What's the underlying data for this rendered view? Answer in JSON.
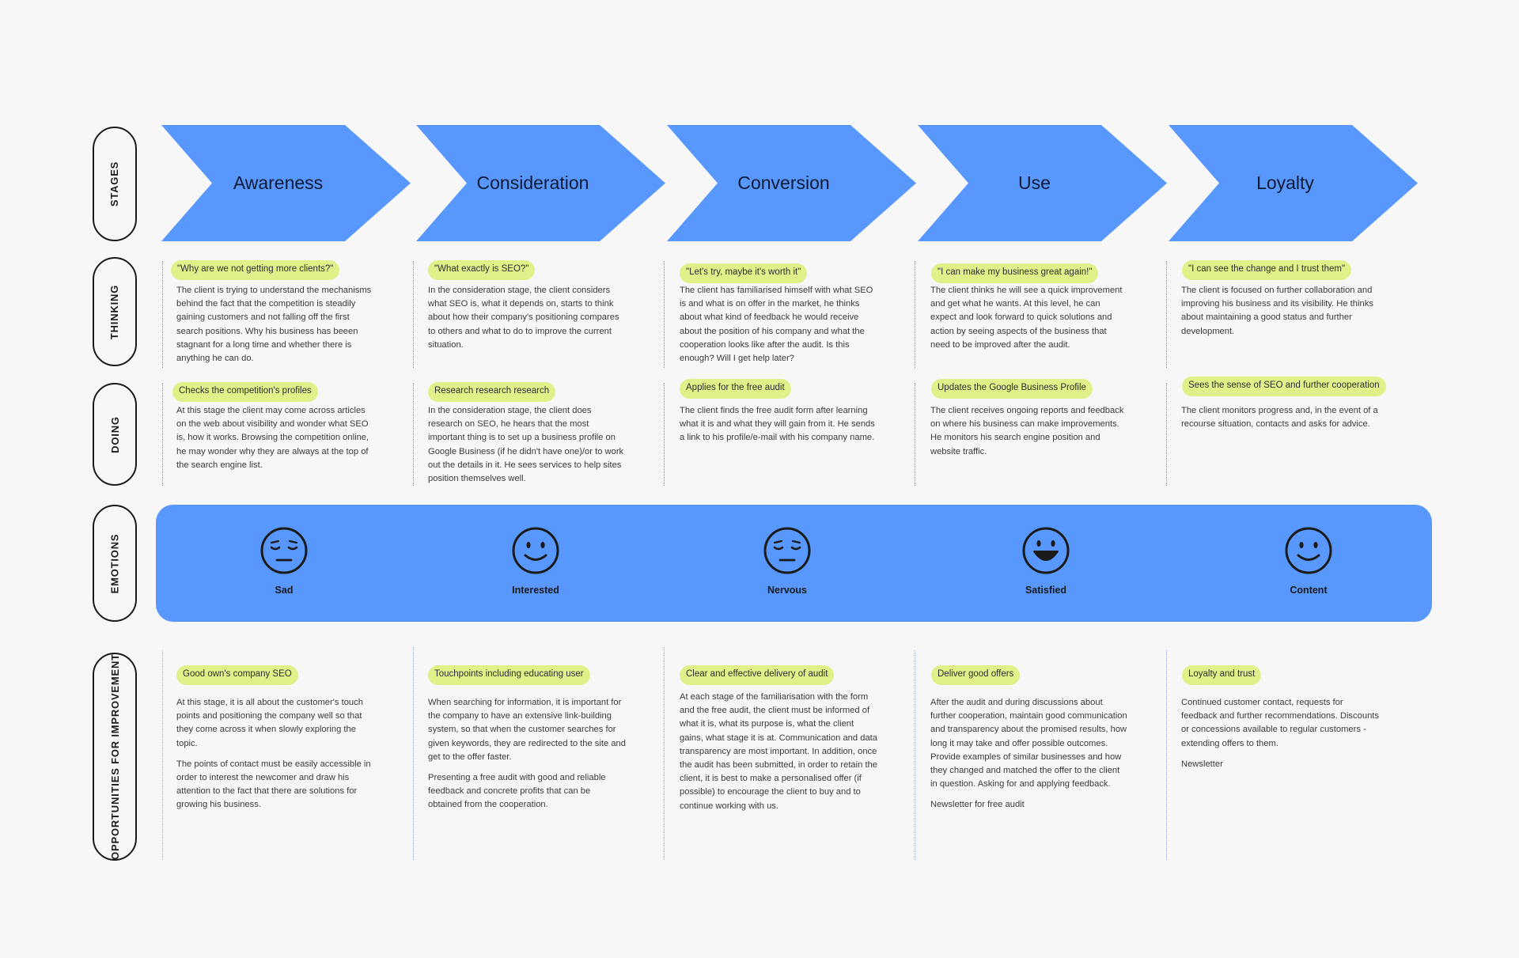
{
  "row_labels": {
    "stages": "STAGES",
    "thinking": "THINKING",
    "doing": "DOING",
    "emotions": "EMOTIONS",
    "opportunities": "OPPORTUNITIES FOR IMPROVEMENT"
  },
  "colors": {
    "stage_blue": "#5898fc",
    "pill_green": "#e2f08a",
    "background": "#f7f7f7"
  },
  "stages": [
    {
      "name": "Awareness",
      "thinking": {
        "quote": "\"Why are we not getting more clients?\"",
        "text": "The client is trying to understand the mechanisms behind the fact that the competition is steadily gaining customers and not falling off the first search positions. Why his business has beeen stagnant for a long time and whether there is anything he can do."
      },
      "doing": {
        "tag": "Checks the competition's profiles",
        "text": "At this stage the client may come across articles on the web about visibility and wonder what SEO is, how it works. Browsing the competition online, he may wonder why they are always at the top of the search engine list."
      },
      "emotion": {
        "label": "Sad",
        "icon": "sad-face-icon"
      },
      "opportunity": {
        "tag": "Good own's company SEO",
        "paragraphs": [
          "At this stage, it is all about the customer's touch points and positioning the company well so that they come across it when slowly exploring the topic.",
          "The points of contact must be easily accessible in order to interest the newcomer and draw his attention to the fact that there are solutions for growing his business."
        ]
      }
    },
    {
      "name": "Consideration",
      "thinking": {
        "quote": "\"What exactly is SEO?\"",
        "text": "In the consideration stage, the client considers what SEO is, what it depends on, starts to think about how their company's positioning compares to others and what to do to improve the current situation."
      },
      "doing": {
        "tag": "Research research research",
        "text": "In the consideration stage, the client does research on SEO, he hears that the most important thing is to set up a business profile on Google Business (if he didn't have one)/or to work out the details in it. He sees services to help sites position themselves well."
      },
      "emotion": {
        "label": "Interested",
        "icon": "smiling-face-icon"
      },
      "opportunity": {
        "tag": "Touchpoints including educating user",
        "paragraphs": [
          "When searching for information, it is important for the company to have an extensive link-building system, so that when the customer searches for given keywords, they are redirected to the site and get to the offer faster.",
          "Presenting a free audit with good and reliable feedback and concrete profits that can be obtained from the cooperation."
        ]
      }
    },
    {
      "name": "Conversion",
      "thinking": {
        "quote": "\"Let's try, maybe it's worth it\"",
        "text": "The client has familiarised himself with what SEO is and what is on offer in the market, he thinks about what kind of feedback he would receive about the position of his company and what the cooperation looks like after the audit. Is this enough? Will I get help later?"
      },
      "doing": {
        "tag": "Applies for the free audit",
        "text": "The client finds the free audit form after learning what it is and what they will gain from it. He sends a link to his profile/e-mail with his company name."
      },
      "emotion": {
        "label": "Nervous",
        "icon": "nervous-face-icon"
      },
      "opportunity": {
        "tag": "Clear and effective delivery of audit",
        "paragraphs": [
          "At each stage of the familiarisation with the form and the free audit, the client must be informed of what it is, what its purpose is, what the client gains, what stage it is at. Communication and data transparency are most important. In addition, once the audit has been submitted, in order to retain the client, it is best to make a personalised offer (if possible) to encourage the client to buy and to continue working with us."
        ]
      }
    },
    {
      "name": "Use",
      "thinking": {
        "quote": "\"I can make my business great again!\"",
        "text": "The client thinks he will see a quick improvement and get what he wants. At this level, he can expect and look forward to quick solutions and action by seeing aspects of the business that need to be improved after the audit."
      },
      "doing": {
        "tag": "Updates the Google Business Profile",
        "text": "The client receives ongoing reports and feedback on where his business can make improvements. He monitors his search engine position and website traffic."
      },
      "emotion": {
        "label": "Satisfied",
        "icon": "grinning-face-icon"
      },
      "opportunity": {
        "tag": "Deliver good offers",
        "paragraphs": [
          "After the audit and during discussions about further cooperation, maintain good communication and transparency about the promised results, how long it may take and offer possible outcomes. Provide examples of similar businesses and how they changed and matched the offer to the client in question. Asking for and applying feedback.",
          "Newsletter for free audit"
        ]
      }
    },
    {
      "name": "Loyalty",
      "thinking": {
        "quote": "\"I can see the change and I trust them\"",
        "text": "The client is focused on further collaboration and improving his business and its visibility. He thinks about maintaining a good status and further development."
      },
      "doing": {
        "tag": "Sees the sense of  SEO and further cooperation",
        "text": "The client monitors progress and, in the event of a recourse situation, contacts and asks for advice."
      },
      "emotion": {
        "label": "Content",
        "icon": "smiling-face-icon"
      },
      "opportunity": {
        "tag": "Loyalty and trust",
        "paragraphs": [
          "Continued customer contact, requests for feedback and further recommendations. Discounts or concessions available to regular customers - extending offers to them.",
          "Newsletter"
        ]
      }
    }
  ]
}
